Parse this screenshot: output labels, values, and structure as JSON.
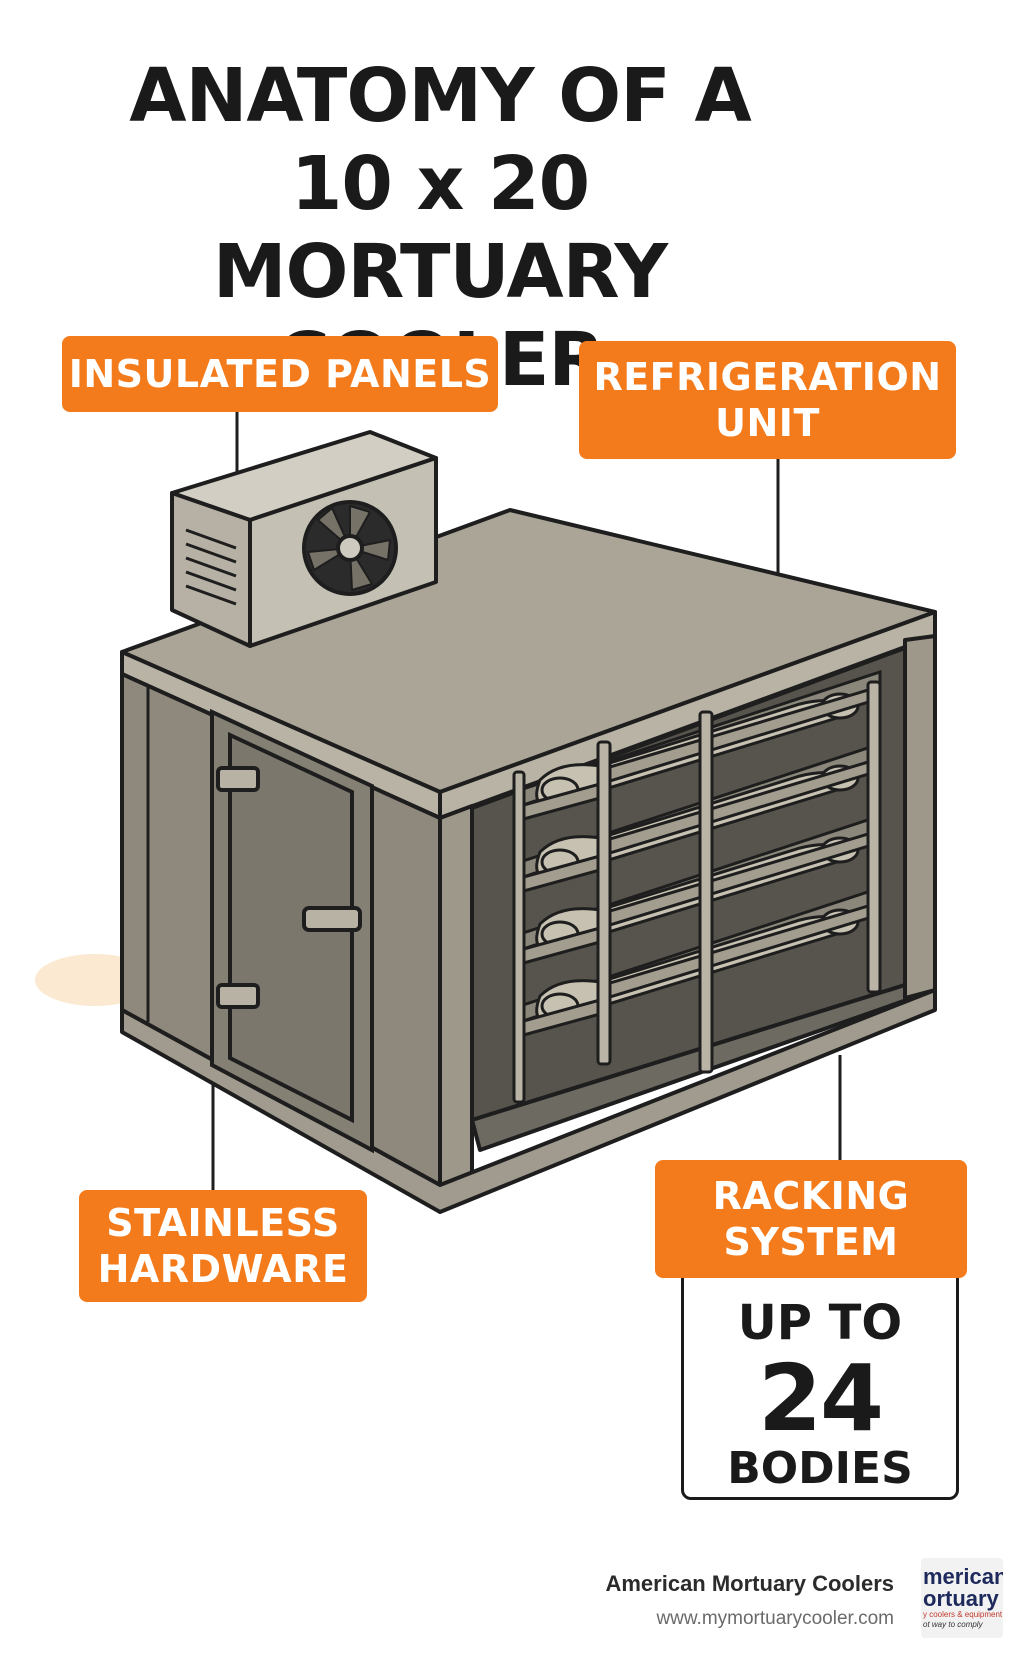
{
  "title": {
    "line1": "ANATOMY OF A",
    "line2": "10 x 20 MORTUARY",
    "line3": "COOLER"
  },
  "callouts": {
    "insulated_panels": {
      "label": "INSULATED PANELS"
    },
    "refrigeration_unit": {
      "line1": "REFRIGERATION",
      "line2": "UNIT"
    },
    "stainless_hardware": {
      "line1": "STAINLESS",
      "line2": "HARDWARE"
    },
    "racking_system": {
      "line1": "RACKING",
      "line2": "SYSTEM"
    }
  },
  "capacity": {
    "line1": "UP TO",
    "number": "24",
    "line3": "BODIES"
  },
  "footer": {
    "brand_name": "American Mortuary Coolers",
    "url": "www.mymortuarycooler.com",
    "logo": {
      "line1": "merican",
      "line2": "ortuary",
      "line3": "y coolers & equipment",
      "line4": "ot way to comply"
    }
  },
  "colors": {
    "accent": "#f47b1c",
    "text": "#1a1a1a",
    "panel": "#8e897c",
    "panel_light": "#a7a294",
    "outline": "#1e1e1e"
  }
}
